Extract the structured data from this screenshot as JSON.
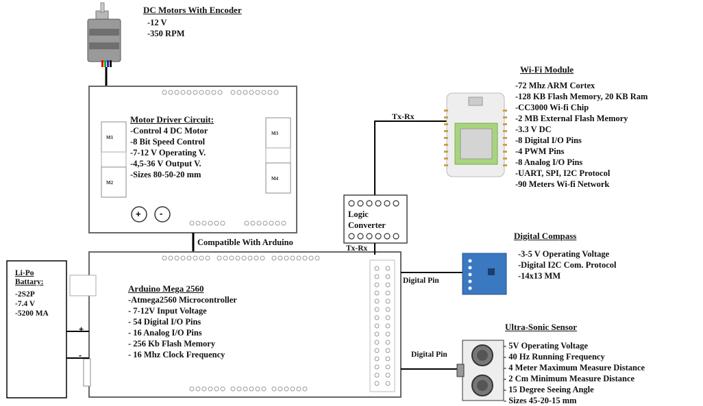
{
  "motor": {
    "title": "DC Motors With Encoder",
    "specs": [
      "-12 V",
      "-350 RPM"
    ]
  },
  "motor_driver": {
    "title": "Motor Driver Circuit:",
    "specs": [
      "-Control 4 DC Motor",
      "-8 Bit Speed Control",
      "-7-12 V Operating V.",
      "-4,5-36 V Output V.",
      "-Sizes 80-50-20 mm"
    ],
    "terminals": [
      "M1",
      "M2",
      "M3",
      "M4"
    ],
    "buttons": [
      "+",
      "-"
    ]
  },
  "compat_label": "Compatible With Arduino",
  "wifi": {
    "title": "Wi-Fi Module",
    "specs": [
      "-72 Mhz ARM Cortex",
      "-128 KB Flash Memory, 20 KB Ram",
      "-CC3000 Wi-fi Chip",
      "-2 MB External Flash Memory",
      "-3.3 V DC",
      "-8 Digital I/O Pins",
      "-4 PWM Pins",
      "-8 Analog I/O Pins",
      "-UART, SPI, I2C Protocol",
      "-90 Meters Wi-fi Network"
    ]
  },
  "link_labels": {
    "wifi_link": "Tx-Rx",
    "logic_link": "Tx-Rx",
    "compass_link": "Digital Pin",
    "ultrasonic_link": "Digital Pin"
  },
  "logic_converter": {
    "label_line1": "Logic",
    "label_line2": "Converter"
  },
  "compass": {
    "title": "Digital Compass",
    "specs": [
      "-3-5 V Operating Voltage",
      "-Digital I2C Com. Protocol",
      "-14x13 MM"
    ]
  },
  "battery": {
    "title_line1": "Li-Po",
    "title_line2": "Battary:",
    "specs": [
      "-2S2P",
      "-7.4 V",
      "-5200 MA"
    ],
    "plus": "+",
    "minus": "-"
  },
  "arduino": {
    "title": "Arduino Mega 2560",
    "specs": [
      "-Atmega2560 Microcontroller",
      "- 7-12V Input Voltage",
      "- 54 Digital I/O Pins",
      "- 16 Analog I/O Pins",
      "- 256 Kb Flash Memory",
      "- 16 Mhz Clock Frequency"
    ]
  },
  "ultrasonic": {
    "title": "Ultra-Sonic Sensor",
    "specs": [
      "- 5V Operating Voltage",
      "- 40 Hz Running Frequency",
      "- 4 Meter Maximum Measure Distance",
      "- 2 Cm Minimum Measure Distance",
      "- 15 Degree Seeing Angle",
      "- Sizes 45-20-15 mm"
    ]
  },
  "colors": {
    "line": "#000000",
    "board_border": "#555555",
    "wifi_pcb": "#e9e9e9",
    "wifi_chip": "#b5d88a",
    "compass_pcb": "#3b78c2",
    "motor_body": "#8a8a8a"
  }
}
